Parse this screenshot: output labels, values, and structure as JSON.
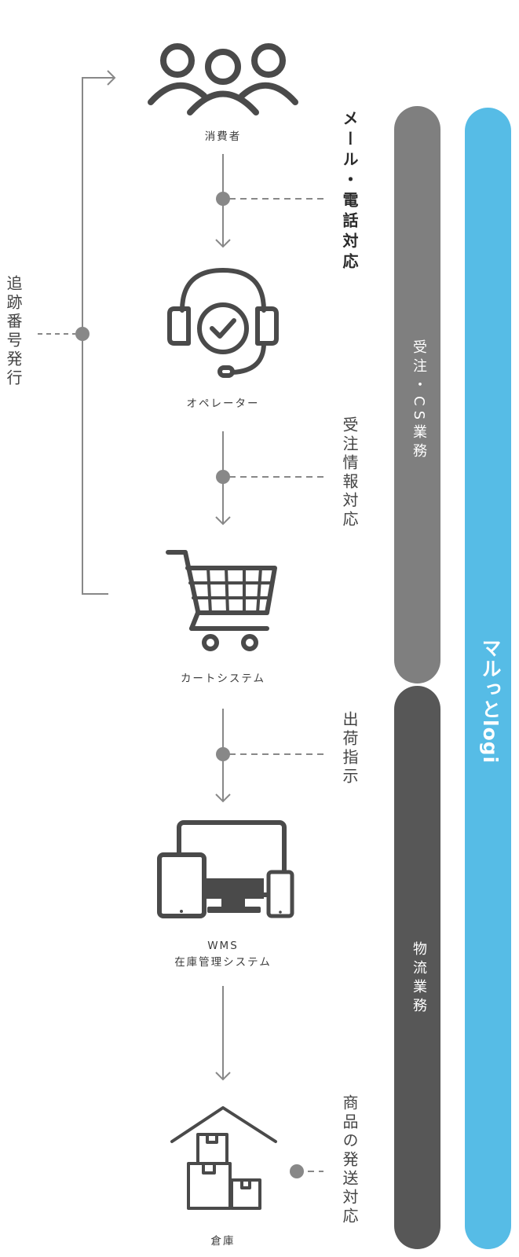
{
  "nodes": {
    "consumer": "消費者",
    "operator": "オペレーター",
    "cart": "カートシステム",
    "wms_line1": "WMS",
    "wms_line2": "在庫管理システム",
    "warehouse": "倉庫"
  },
  "steps": {
    "mail_phone": "メール・電話対応",
    "order_info": "受注情報対応",
    "shipping_instruction": "出荷指示",
    "product_shipping": "商品の発送対応",
    "tracking_number": "追跡番号発行"
  },
  "bars": {
    "order_cs": "受注・CS業務",
    "logistics": "物流業務",
    "brand": "マルっとlogi"
  },
  "colors": {
    "line": "#888888",
    "icon": "#4a4a4a",
    "bar_order_cs": "#7f7f7f",
    "bar_logistics": "#575757",
    "bar_brand": "#56bce6"
  }
}
